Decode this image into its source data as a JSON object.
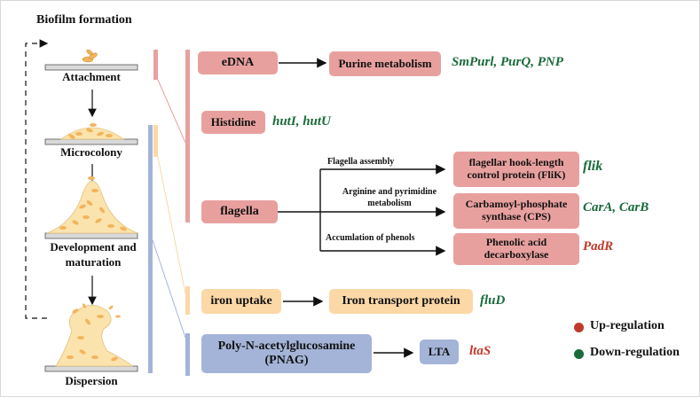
{
  "title": "Biofilm formation",
  "stages": [
    "Attachment",
    "Microcolony",
    "Development and maturation",
    "Dispersion"
  ],
  "factors": {
    "edna": "eDNA",
    "histidine": "Histidine",
    "flagella": "flagella",
    "iron": "iron uptake",
    "pnag": "Poly-N-acetylglucosamine (PNAG)"
  },
  "targets": {
    "purine": "Purine metabolism",
    "flik_protein": "flagellar hook-length control protein (FliK)",
    "cps": "Carbamoyl-phosphate synthase (CPS)",
    "padr_protein": "Phenolic acid decarboxylase",
    "iron_protein": "Iron transport protein",
    "lta": "LTA"
  },
  "pathways": {
    "flagella_assembly": "Flagella assembly",
    "arginine": "Arginine and pyrimidine metabolism",
    "phenols": "Accumlation of phenols"
  },
  "genes": {
    "purine": "SmPurl, PurQ, PNP",
    "histidine": "hutI, hutU",
    "flik": "flik",
    "cps": "CarA, CarB",
    "padr": "PadR",
    "fluD": "fluD",
    "ltaS": "ltaS"
  },
  "legend": {
    "up": "Up-regulation",
    "down": "Down-regulation",
    "up_color": "#c0392b",
    "down_color": "#1a6b3a"
  },
  "colors": {
    "pink": "#e8a09f",
    "peach": "#fbd8a6",
    "blue": "#a4b4d8"
  }
}
